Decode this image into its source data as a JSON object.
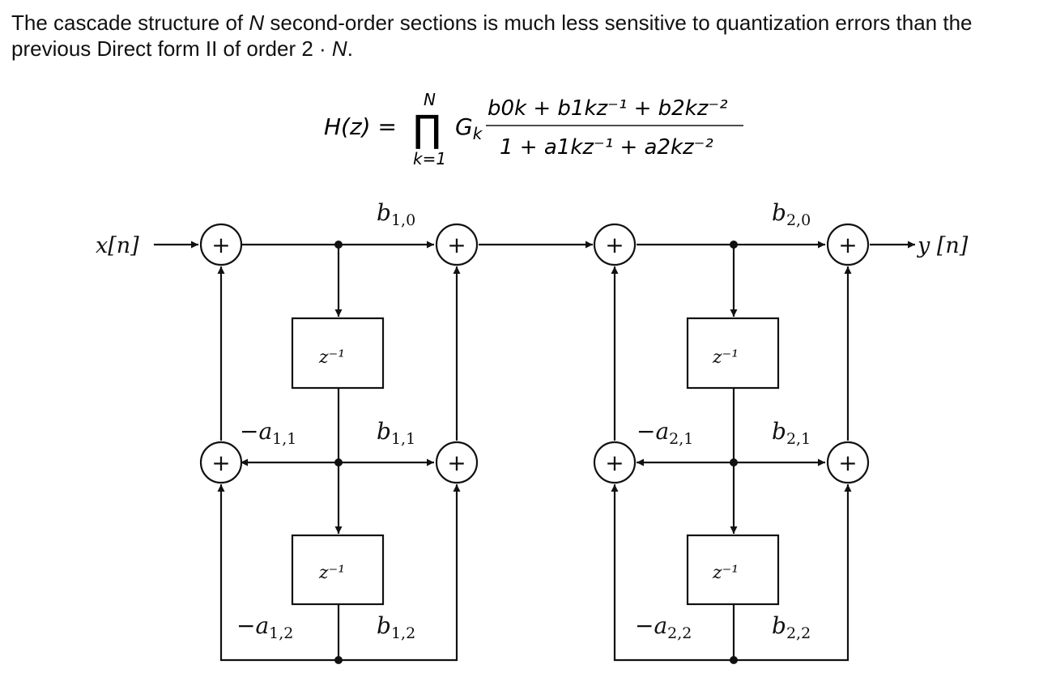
{
  "intro": {
    "part1": "The cascade structure of ",
    "N": "N",
    "part2": " second-order sections is much less sensitive to quantization errors than the previous Direct form II of order 2 · ",
    "N2": "N",
    "part3": "."
  },
  "formula": {
    "lhs": "H(z) =",
    "prod": "∏",
    "upper": "N",
    "lower": "k=1",
    "gain": "G",
    "gain_sub": "k",
    "numerator": "b0k + b1kz⁻¹ + b2kz⁻²",
    "denominator": "1 + a1kz⁻¹ + a2kz⁻²"
  },
  "diagram": {
    "input": "x[n]",
    "output": "y [n]",
    "sum_symbol": "+",
    "delay": "z⁻¹",
    "section1": {
      "b0": {
        "sym": "b",
        "sub": "1,0"
      },
      "b1": {
        "sym": "b",
        "sub": "1,1"
      },
      "b2": {
        "sym": "b",
        "sub": "1,2"
      },
      "a1": {
        "sym": "−a",
        "sub": "1,1"
      },
      "a2": {
        "sym": "−a",
        "sub": "1,2"
      }
    },
    "section2": {
      "b0": {
        "sym": "b",
        "sub": "2,0"
      },
      "b1": {
        "sym": "b",
        "sub": "2,1"
      },
      "b2": {
        "sym": "b",
        "sub": "2,2"
      },
      "a1": {
        "sym": "−a",
        "sub": "2,1"
      },
      "a2": {
        "sym": "−a",
        "sub": "2,2"
      }
    }
  }
}
